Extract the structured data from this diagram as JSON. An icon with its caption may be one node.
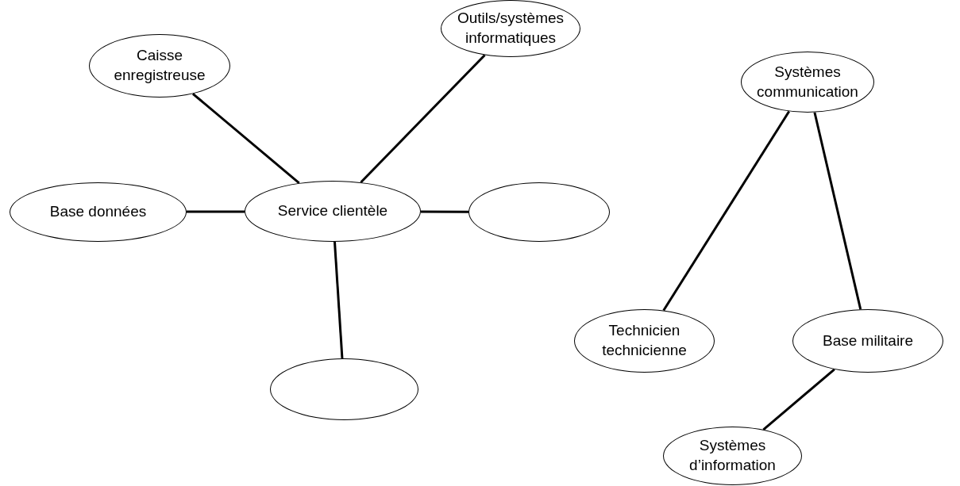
{
  "diagram": {
    "nodes": [
      {
        "text": [
          "Caisse enregistreuse"
        ]
      },
      {
        "text": [
          "Outils/systèmes informatiques"
        ]
      },
      {
        "text": [
          "Base données"
        ]
      },
      {
        "text": [
          "Service clientèle"
        ]
      },
      {
        "text": [],
        "shape": "ellipse"
      },
      {
        "text": [
          "Systèmes communication"
        ]
      },
      {
        "text": [
          "Technicien technicienne"
        ]
      },
      {
        "text": [
          "Base militaire"
        ]
      },
      {
        "text": [],
        "shape": "ellipse"
      },
      {
        "text": [
          "Systèmes d’information"
        ]
      }
    ],
    "edges": [
      {
        "from": 3,
        "to": 0,
        "arrow": "none"
      },
      {
        "from": 3,
        "to": 1,
        "arrow": "none"
      },
      {
        "from": 3,
        "to": 2,
        "arrow": "none"
      },
      {
        "from": 3,
        "to": 4,
        "arrow": "none"
      },
      {
        "from": 3,
        "to": 8,
        "arrow": "none"
      },
      {
        "from": 5,
        "to": 6,
        "arrow": "none"
      },
      {
        "from": 5,
        "to": 7,
        "arrow": "none"
      },
      {
        "from": 7,
        "to": 9,
        "arrow": "none"
      }
    ]
  }
}
